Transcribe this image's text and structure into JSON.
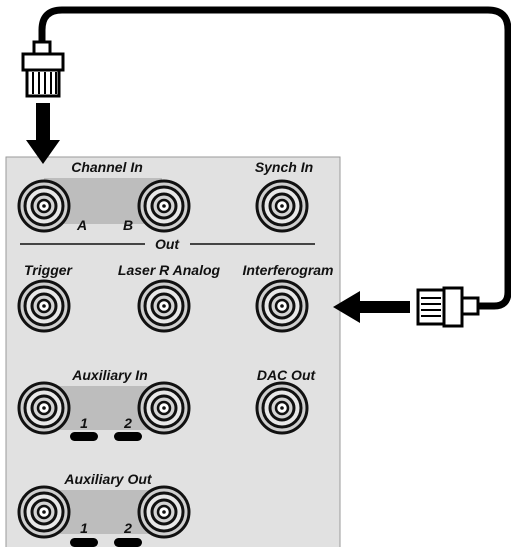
{
  "panel": {
    "channel_in": {
      "title": "Channel In",
      "label_a": "A",
      "label_b": "B"
    },
    "synch_in": {
      "title": "Synch In"
    },
    "out": {
      "title": "Out"
    },
    "trigger": {
      "title": "Trigger"
    },
    "laser_r_analog": {
      "title": "Laser R Analog"
    },
    "interferogram": {
      "title": "Interferogram"
    },
    "auxiliary_in": {
      "title": "Auxiliary In",
      "label_1": "1",
      "label_2": "2"
    },
    "dac_out": {
      "title": "DAC Out"
    },
    "auxiliary_out": {
      "title": "Auxiliary Out",
      "label_1": "1",
      "label_2": "2"
    }
  },
  "colors": {
    "panel": "#e1e1e1",
    "panel_border": "#9a9a9a",
    "group_shade": "#bdbdbd",
    "ink": "#111111",
    "cable": "#000000",
    "plug_body": "#ffffff"
  },
  "icons": {
    "bnc_connector": "bnc-connector-icon",
    "arrow": "arrow-icon",
    "cable": "cable-icon",
    "plug": "bnc-plug-icon"
  }
}
